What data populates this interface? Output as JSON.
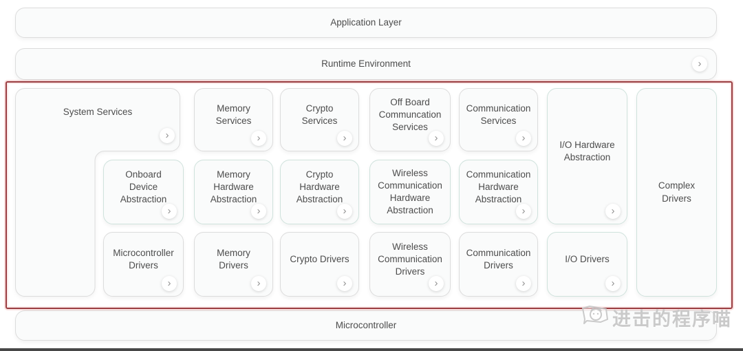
{
  "layers": {
    "application": {
      "label": "Application Layer"
    },
    "runtime": {
      "label": "Runtime Environment"
    },
    "microcontroller": {
      "label": "Microcontroller"
    }
  },
  "chevron_char": "›",
  "cards": [
    {
      "id": "system-services",
      "label": "System Services",
      "chevron": true
    },
    {
      "id": "memory-services",
      "label": "Memory Services",
      "chevron": true
    },
    {
      "id": "crypto-services",
      "label": "Crypto Services",
      "chevron": true
    },
    {
      "id": "offboard-communcation-services",
      "label": "Off Board Communcation Services",
      "chevron": true
    },
    {
      "id": "communication-services",
      "label": "Communication Services",
      "chevron": true
    },
    {
      "id": "io-hardware-abstraction",
      "label": "I/O Hardware Abstraction",
      "chevron": true
    },
    {
      "id": "complex-drivers",
      "label": "Complex Drivers",
      "chevron": false
    },
    {
      "id": "onboard-device-abstraction",
      "label": "Onboard Device Abstraction",
      "chevron": true
    },
    {
      "id": "memory-hardware-abstraction",
      "label": "Memory Hardware Abstraction",
      "chevron": true
    },
    {
      "id": "crypto-hardware-abstraction",
      "label": "Crypto Hardware Abstraction",
      "chevron": true
    },
    {
      "id": "wireless-communication-hardware-abstraction",
      "label": "Wireless Communication Hardware Abstraction",
      "chevron": false
    },
    {
      "id": "communication-hardware-abstraction",
      "label": "Communication Hardware Abstraction",
      "chevron": true
    },
    {
      "id": "microcontroller-drivers",
      "label": "Microcontroller Drivers",
      "chevron": true
    },
    {
      "id": "memory-drivers",
      "label": "Memory Drivers",
      "chevron": true
    },
    {
      "id": "crypto-drivers",
      "label": "Crypto Drivers",
      "chevron": true
    },
    {
      "id": "wireless-communication-drivers",
      "label": "Wireless Communication Drivers",
      "chevron": true
    },
    {
      "id": "communication-drivers",
      "label": "Communication Drivers",
      "chevron": true
    },
    {
      "id": "io-drivers",
      "label": "I/O Drivers",
      "chevron": true
    }
  ],
  "watermark": {
    "text": "进击的程序喵"
  },
  "colors": {
    "frame_border": "#9a3d41",
    "card_border_gray": "#dcdcdc",
    "card_border_teal": "#cfe2dc",
    "card_background": "#fafbfb",
    "label_text": "#4c4c4c",
    "chevron": "#909090"
  }
}
